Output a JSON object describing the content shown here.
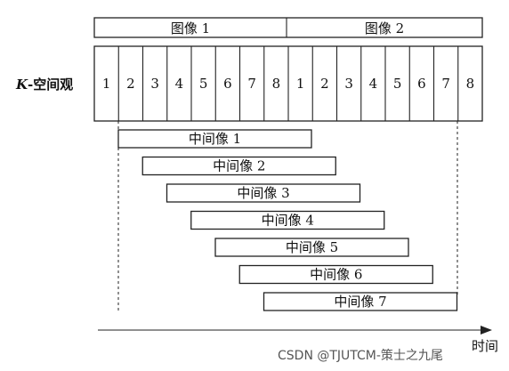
{
  "header": {
    "image_labels": [
      "图像 1",
      "图像 2"
    ]
  },
  "kspace": {
    "label_italic": "K",
    "label_rest": "-空间观",
    "cells": [
      "1",
      "2",
      "3",
      "4",
      "5",
      "6",
      "7",
      "8",
      "1",
      "2",
      "3",
      "4",
      "5",
      "6",
      "7",
      "8"
    ]
  },
  "intermediates": [
    "中间像 1",
    "中间像 2",
    "中间像 3",
    "中间像 4",
    "中间像 5",
    "中间像 6",
    "中间像 7"
  ],
  "axis": {
    "label": "时间"
  },
  "watermark": "CSDN @TJUTCM-策士之九尾"
}
